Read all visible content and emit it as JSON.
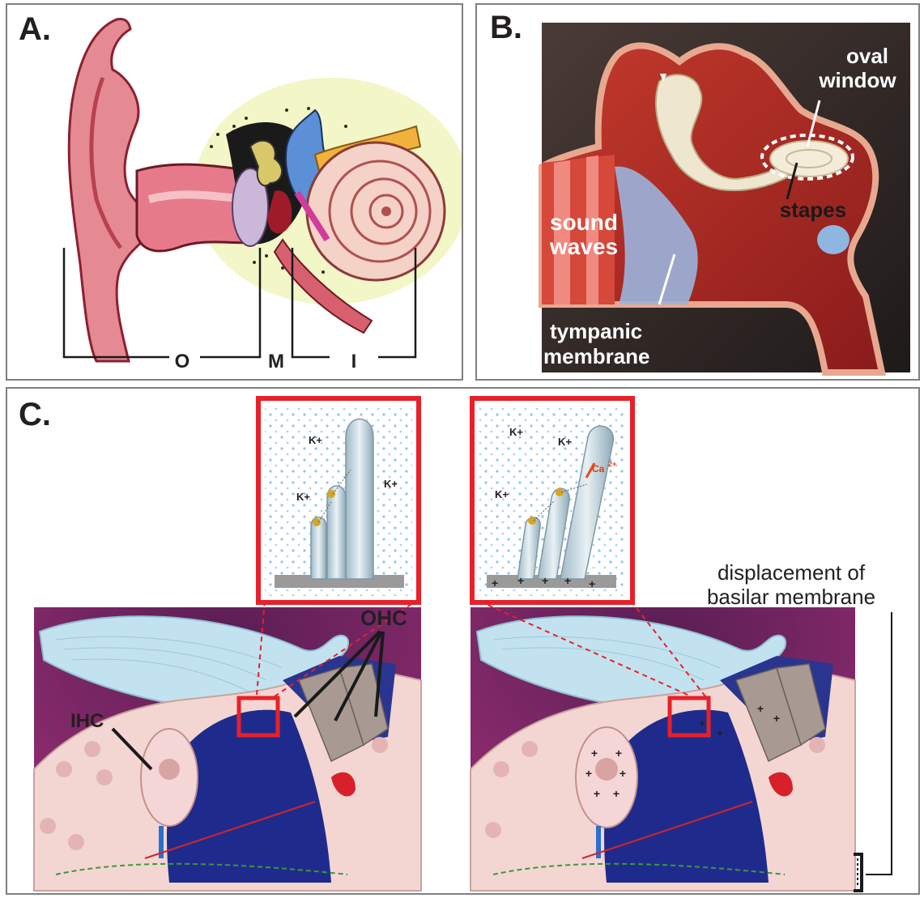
{
  "panel_a": {
    "letter": "A.",
    "section_labels": {
      "outer": "O",
      "middle": "M",
      "inner": "I"
    }
  },
  "panel_b": {
    "letter": "B.",
    "labels": {
      "oval_window_line1": "oval",
      "oval_window_line2": "window",
      "stapes": "stapes",
      "sound_waves_line1": "sound",
      "sound_waves_line2": "waves",
      "tympanic_line1": "tympanic",
      "tympanic_line2": "membrane"
    }
  },
  "panel_c": {
    "letter": "C.",
    "ion_k": "K+",
    "ion_ca": "Ca",
    "ion_ca_charge": "2+",
    "plus_sign": "+",
    "label_ihc": "IHC",
    "label_ohc": "OHC",
    "displacement_line1": "displacement of",
    "displacement_line2": "basilar membrane"
  },
  "colors": {
    "panel_border": "#7f7f7f",
    "highlight_red": "#e8202a",
    "outer_ear_pink": "#e07a86",
    "middle_ear_red": "#9e1b1b",
    "cochlea_purple": "#8c2a6b",
    "tectorial_blue": "#b8dcea",
    "scala_navy": "#1f2b8c",
    "tissue_pink": "#f3d6d2"
  }
}
